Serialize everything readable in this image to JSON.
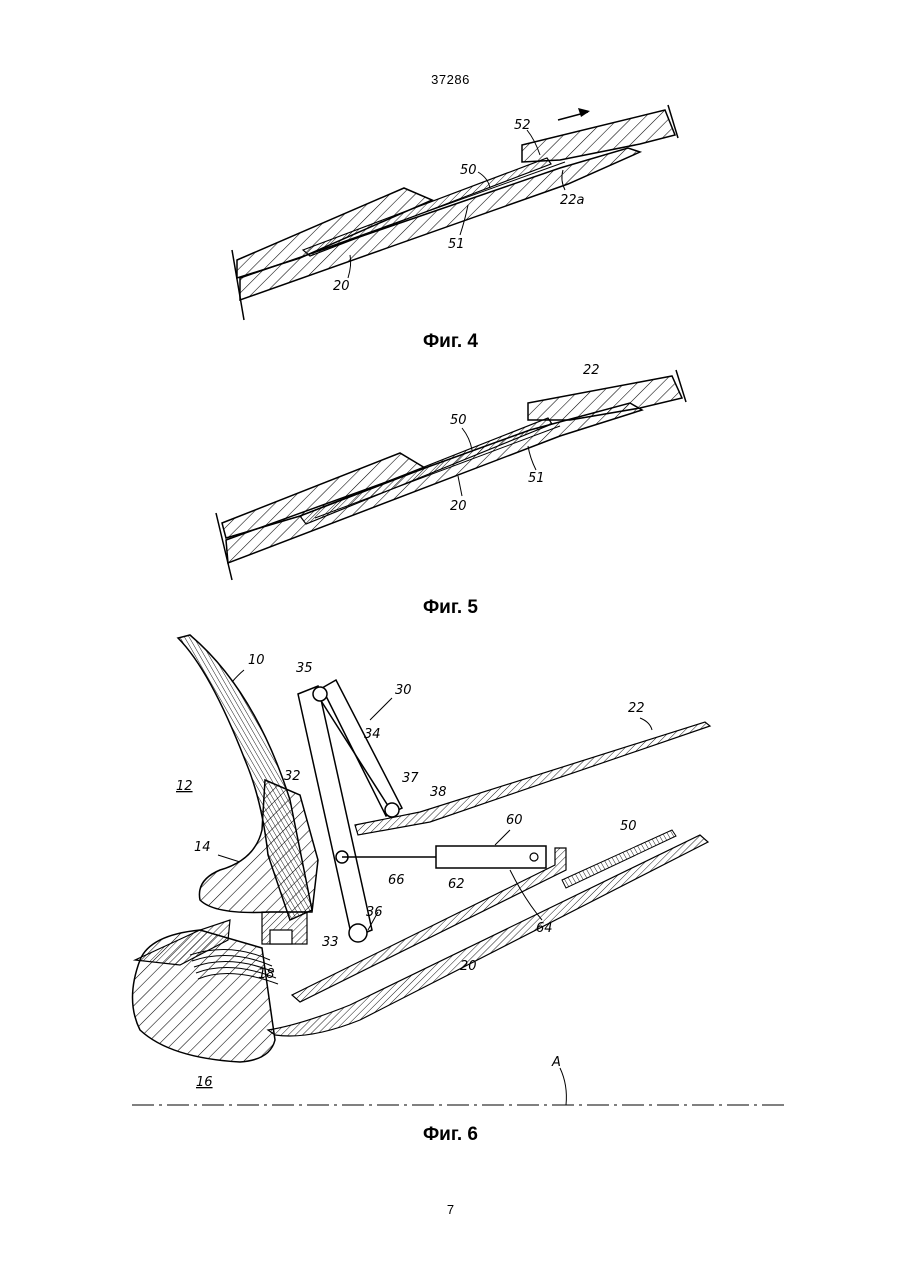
{
  "header": {
    "doc_number": "37286"
  },
  "figures": [
    {
      "caption": "Фиг. 4",
      "labels": [
        "52",
        "50",
        "22a",
        "51",
        "20"
      ]
    },
    {
      "caption": "Фиг. 5",
      "labels": [
        "22",
        "50",
        "51",
        "20"
      ]
    },
    {
      "caption": "Фиг. 6",
      "labels": [
        "10",
        "35",
        "30",
        "22",
        "34",
        "12",
        "32",
        "37",
        "38",
        "60",
        "14",
        "50",
        "66",
        "62",
        "36",
        "64",
        "33",
        "20",
        "18",
        "16",
        "A"
      ]
    }
  ],
  "footer": {
    "page_number": "7"
  }
}
